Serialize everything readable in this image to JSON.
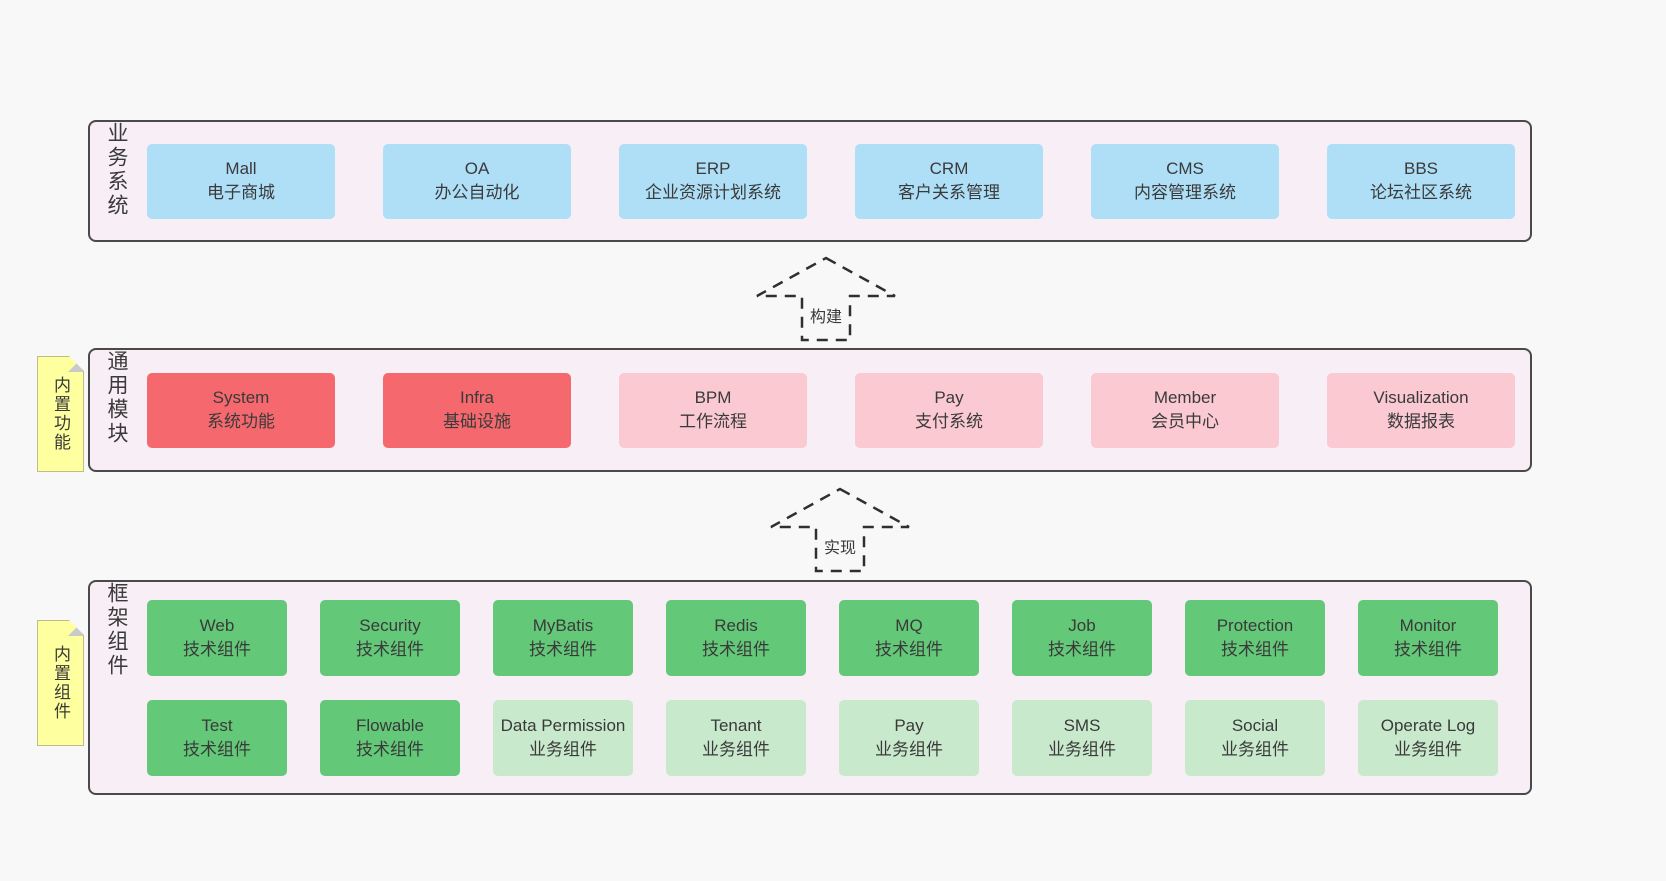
{
  "colors": {
    "bg": "#f8f8f8",
    "panel": "#f8eef6",
    "panel-border": "#4a4a4a",
    "blue": "#aedff7",
    "red": "#f5696e",
    "pink": "#fac9d2",
    "green": "#63c878",
    "light-green": "#c9e9cd",
    "note-bg": "#feff9e",
    "note-fold": "#c9c9c9",
    "text": "#3a3a3a"
  },
  "sections": {
    "business": {
      "label": "业务系统",
      "boxes": [
        {
          "title": "Mall",
          "subtitle": "电子商城"
        },
        {
          "title": "OA",
          "subtitle": "办公自动化"
        },
        {
          "title": "ERP",
          "subtitle": "企业资源计划系统"
        },
        {
          "title": "CRM",
          "subtitle": "客户关系管理"
        },
        {
          "title": "CMS",
          "subtitle": "内容管理系统"
        },
        {
          "title": "BBS",
          "subtitle": "论坛社区系统"
        }
      ]
    },
    "common": {
      "label": "通用模块",
      "note": "内置功能",
      "boxes": [
        {
          "title": "System",
          "subtitle": "系统功能"
        },
        {
          "title": "Infra",
          "subtitle": "基础设施"
        },
        {
          "title": "BPM",
          "subtitle": "工作流程"
        },
        {
          "title": "Pay",
          "subtitle": "支付系统"
        },
        {
          "title": "Member",
          "subtitle": "会员中心"
        },
        {
          "title": "Visualization",
          "subtitle": "数据报表"
        }
      ]
    },
    "framework": {
      "label": "框架组件",
      "note": "内置组件",
      "row1": [
        {
          "title": "Web",
          "subtitle": "技术组件"
        },
        {
          "title": "Security",
          "subtitle": "技术组件"
        },
        {
          "title": "MyBatis",
          "subtitle": "技术组件"
        },
        {
          "title": "Redis",
          "subtitle": "技术组件"
        },
        {
          "title": "MQ",
          "subtitle": "技术组件"
        },
        {
          "title": "Job",
          "subtitle": "技术组件"
        },
        {
          "title": "Protection",
          "subtitle": "技术组件"
        },
        {
          "title": "Monitor",
          "subtitle": "技术组件"
        }
      ],
      "row2": [
        {
          "title": "Test",
          "subtitle": "技术组件"
        },
        {
          "title": "Flowable",
          "subtitle": "技术组件"
        },
        {
          "title": "Data Permission",
          "subtitle": "业务组件"
        },
        {
          "title": "Tenant",
          "subtitle": "业务组件"
        },
        {
          "title": "Pay",
          "subtitle": "业务组件"
        },
        {
          "title": "SMS",
          "subtitle": "业务组件"
        },
        {
          "title": "Social",
          "subtitle": "业务组件"
        },
        {
          "title": "Operate Log",
          "subtitle": "业务组件"
        }
      ]
    }
  },
  "arrows": {
    "build": "构建",
    "implement": "实现"
  }
}
